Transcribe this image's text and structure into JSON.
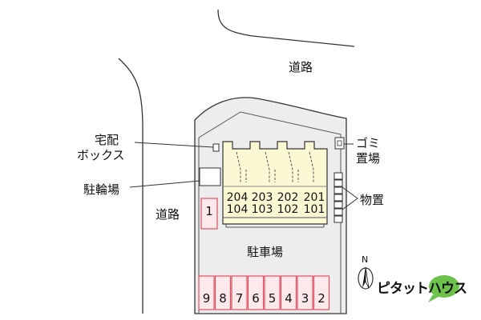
{
  "labels": {
    "road_top": "道路",
    "road_left": "道路",
    "takuhai_line1": "宅配",
    "takuhai_line2": "ボックス",
    "bicycle_parking": "駐輪場",
    "garbage_line1": "ゴミ",
    "garbage_line2": "置場",
    "storage": "物置",
    "parking_lot": "駐車場"
  },
  "units_upper": [
    "204",
    "203",
    "202",
    "201"
  ],
  "units_lower": [
    "104",
    "103",
    "102",
    "101"
  ],
  "parking_left": "1",
  "parking_bottom": [
    "9",
    "8",
    "7",
    "6",
    "5",
    "4",
    "3",
    "2"
  ],
  "compass": "N",
  "brand": "ピタットハウス",
  "colors": {
    "lot_fill": "#ededed",
    "building_fill": "#fbf8d4",
    "parking_stroke": "#e05060",
    "parking_fill": "#fde9ec",
    "brand_green": "#6cc24a"
  }
}
